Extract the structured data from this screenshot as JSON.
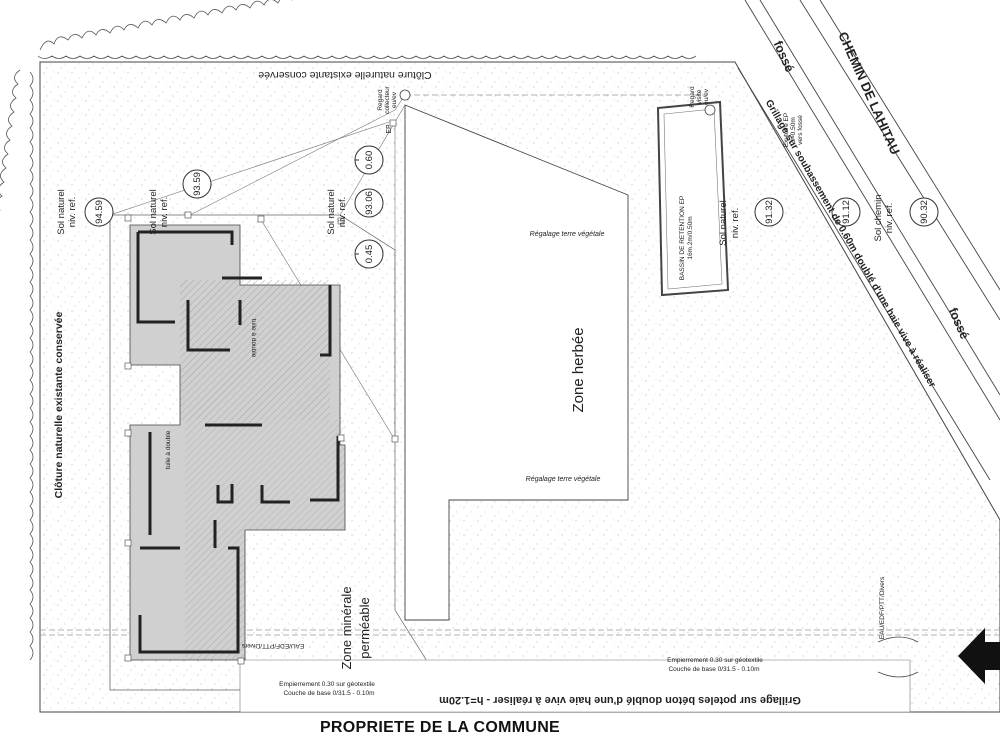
{
  "labels": {
    "cloture_top": "Clôture naturelle existante conservée",
    "cloture_left": "Clôture naturelle existante conservée",
    "chemin": "CHEMIN DE LAHITAU",
    "fosse_top": "fossé",
    "fosse_right": "fossé",
    "grillage_diag": "Grillage sur soubassement de 0.60m doublé d'une haie vive à réaliser",
    "grillage_bottom": "Grillage sur poteles béton doublé d'une haie vive à réaliser - h=1.20m",
    "zone_herbee": "Zone herbée",
    "zone_minerale_1": "Zone minérale",
    "zone_minerale_2": "perméable",
    "regalage_1": "Régalage terre végétale",
    "regalage_2": "Régalage terre végétale",
    "bassin_1": "BASSIN DE RETENTION EP",
    "bassin_2": "16m.2m/0.50m",
    "regard_collecteur_1": "Regard",
    "regard_collecteur_2": "collecteur",
    "regard_collecteur_3": "eu/ev",
    "regard_visite_1": "Regard",
    "regard_visite_2": "visite",
    "regard_visite_3": "eu/ev",
    "exutoire_1": "Exutoire EP",
    "exutoire_2": "d=0.50m",
    "exutoire_3": "vers fossé",
    "ep": "EP",
    "empierrement_1a": "Empierrement 0.30 sur géotextile",
    "empierrement_1b": "Couche de base 0/31.5 - 0.10m",
    "empierrement_2a": "Empierrement 0.30 sur géotextile",
    "empierrement_2b": "Couche de base 0/31.5 - 0.10m",
    "reseaux_1": "EAU/EDF/PTT/Divers",
    "reseaux_2": "EAU/EDF/PTT/Divers",
    "tuile_1": "tuile à double",
    "tuile_2": "tuile à double",
    "propriete": "PROPRIETE DE LA COMMUNE"
  },
  "levels": [
    {
      "value": "94.59",
      "line1": "Sol naturel",
      "line2": "niv. ref."
    },
    {
      "value": "93.59",
      "line1": "Sol naturel",
      "line2": "niv. ref."
    },
    {
      "value": "93.06",
      "line1": "Sol naturel",
      "line2": "niv. ref."
    },
    {
      "value": "0.60"
    },
    {
      "value": "0.45"
    },
    {
      "value": "91.32",
      "line1": "Sol naturel",
      "line2": "niv. ref."
    },
    {
      "value": "91.12"
    },
    {
      "value": "90.32",
      "line1": "Sol chemin",
      "line2": "niv. ref."
    }
  ]
}
